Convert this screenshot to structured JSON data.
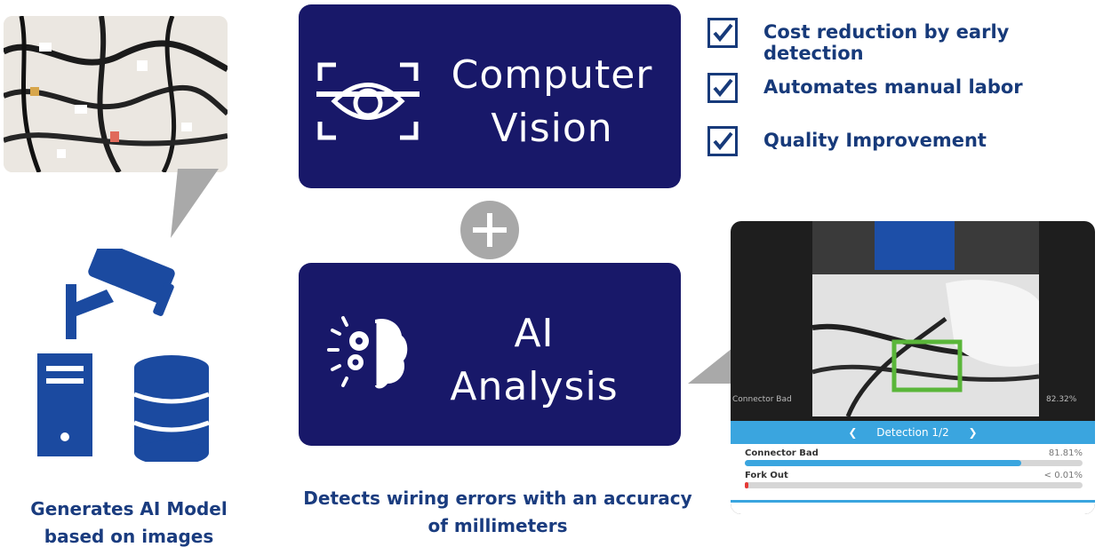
{
  "cards": {
    "computer_vision": {
      "line1": "Computer",
      "line2": "Vision"
    },
    "ai_analysis": {
      "line1": "AI",
      "line2": "Analysis"
    }
  },
  "benefits": [
    {
      "label": "Cost reduction by early detection"
    },
    {
      "label": "Automates manual labor"
    },
    {
      "label": "Quality Improvement"
    }
  ],
  "captions": {
    "left_line1": "Generates AI Model",
    "left_line2": "based on images",
    "center_line1": "Detects wiring errors with an accuracy",
    "center_line2": "of millimeters"
  },
  "detection_panel": {
    "nav_label": "Detection 1/2",
    "side_label_left": "Connector Bad",
    "side_value_right": "82.32%",
    "metrics": [
      {
        "label": "Connector Bad",
        "value_text": "81.81%",
        "fraction": 0.8181,
        "color": "#3aa5df"
      },
      {
        "label": "Fork Out",
        "value_text": "< 0.01%",
        "fraction": 0.01,
        "color": "#e53935"
      }
    ]
  },
  "colors": {
    "card_bg": "#181869",
    "text_blue": "#173a7a",
    "accent_blue": "#3aa5df",
    "icon_blue": "#1b4aa0",
    "detection_box": "#5ab63a"
  }
}
